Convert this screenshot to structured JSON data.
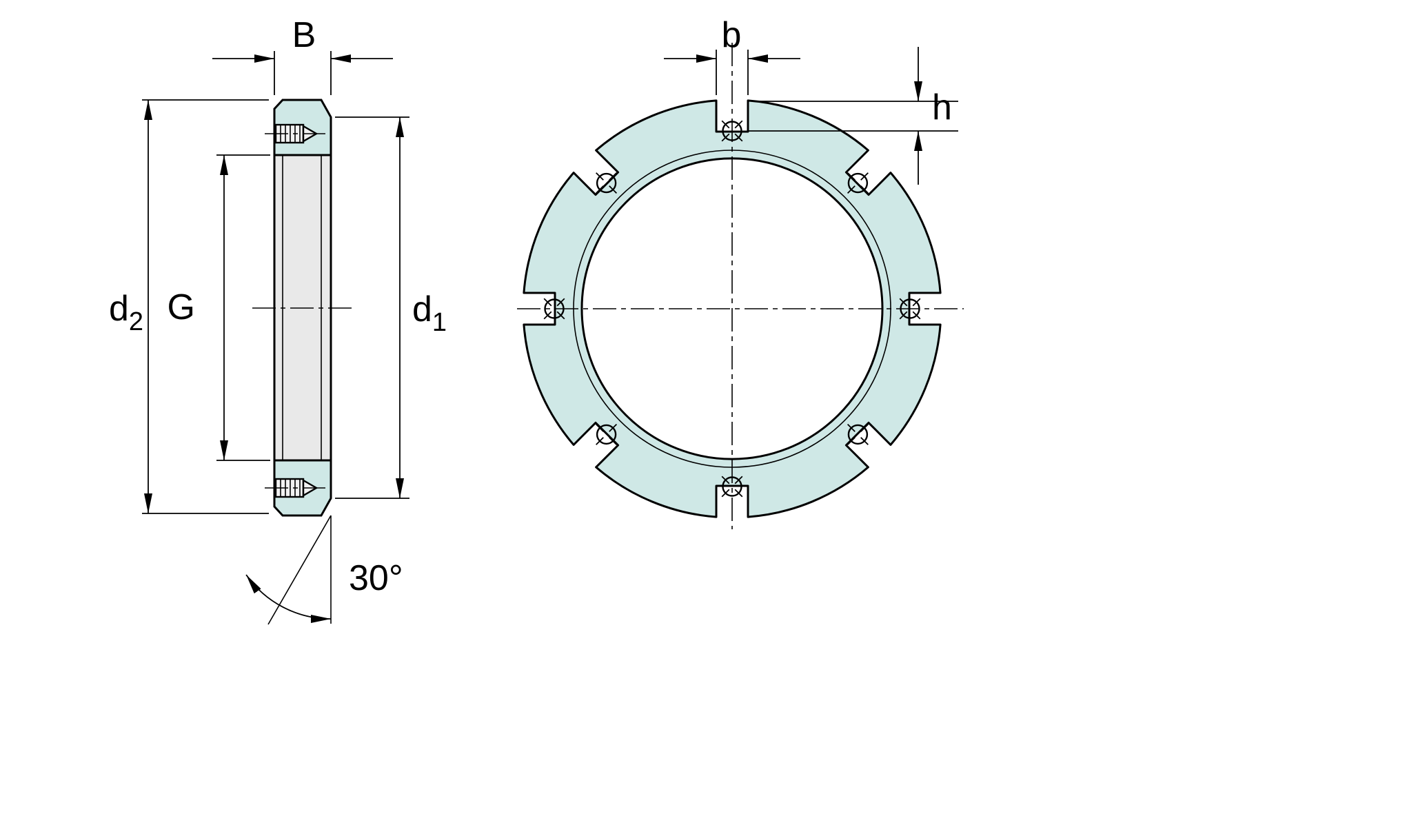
{
  "drawing": {
    "colors": {
      "background": "#ffffff",
      "line": "#000000",
      "part_fill": "#cfe8e6",
      "bore_fill": "#e9e9e9",
      "screw_fill": "#f2f2f2"
    },
    "section_view": {
      "labels": {
        "width": "B",
        "outer_diameter_base": "d",
        "outer_diameter_sub": "2",
        "thread": "G",
        "face_diameter_base": "d",
        "face_diameter_sub": "1",
        "chamfer_angle": "30°"
      }
    },
    "front_view": {
      "labels": {
        "slot_width": "b",
        "slot_depth": "h"
      },
      "slot_count": 8,
      "screw_count": 8
    }
  }
}
